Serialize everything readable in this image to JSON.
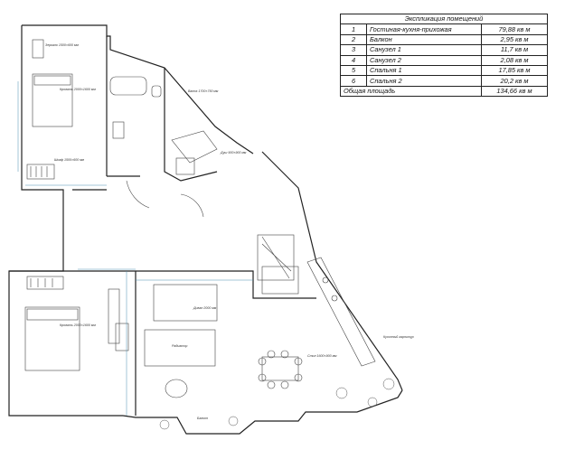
{
  "explication": {
    "title": "Экспликация помещений",
    "rows": [
      {
        "num": "1",
        "name": "Гостиная-кухня-прихожая",
        "area": "79,88 кв м"
      },
      {
        "num": "2",
        "name": "Балкон",
        "area": "2,95 кв м"
      },
      {
        "num": "3",
        "name": "Санузел 1",
        "area": "11,7 кв м"
      },
      {
        "num": "4",
        "name": "Санузел 2",
        "area": "2,08 кв м"
      },
      {
        "num": "5",
        "name": "Спальня 1",
        "area": "17,85 кв м"
      },
      {
        "num": "6",
        "name": "Спальня 2",
        "area": "20,2 кв м"
      }
    ],
    "total_label": "Общая площадь",
    "total_value": "134,66 кв м"
  },
  "annotations": {
    "mirror": "Зеркало 1500×600 мм",
    "bed1": "Кровать 2000×1600 мм",
    "bed2": "Кровать 2000×1600 мм",
    "bath": "Ванна 1700×750 мм",
    "shower": "Душ 900×900 мм",
    "kitchen": "Кухонный гарнитур",
    "sofa": "Диван 2000 мм",
    "table": "Стол 1600×900 мм",
    "balcony": "Балкон",
    "radiator": "Радиатор",
    "wardrobe": "Шкаф 1500×600 мм"
  }
}
